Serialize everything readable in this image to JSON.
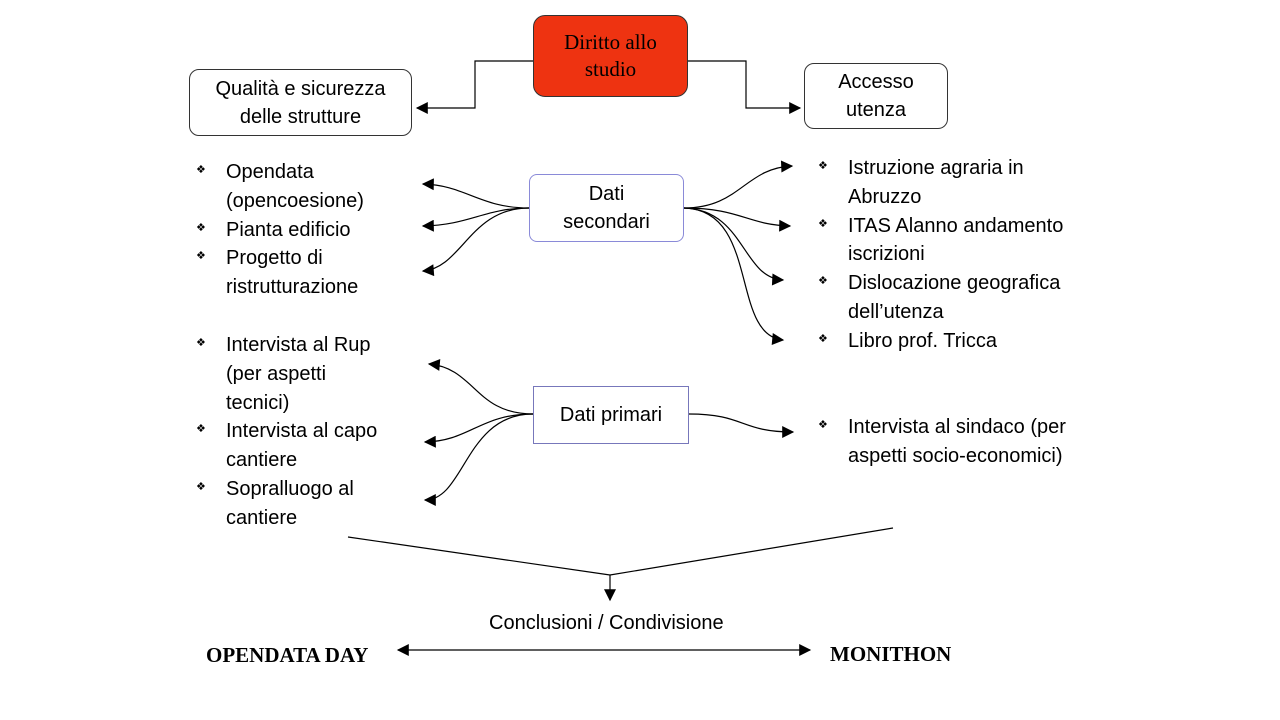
{
  "boxes": {
    "diritto": "Diritto allo studio",
    "qualita": "Qualità e sicurezza delle strutture",
    "accesso": "Accesso utenza",
    "dati_secondari": "Dati secondari",
    "dati_primari": "Dati primari"
  },
  "bullet_symbol": "❖",
  "lists": {
    "secondari_left": [
      "Opendata (opencoesione)",
      "Pianta edificio",
      "Progetto di ristrutturazione"
    ],
    "secondari_right": [
      "Istruzione agraria in Abruzzo",
      "ITAS Alanno andamento iscrizioni",
      "Dislocazione geografica dell’utenza",
      "Libro prof. Tricca"
    ],
    "primari_left": [
      "Intervista al Rup (per aspetti tecnici)",
      "Intervista al capo cantiere",
      "Sopralluogo al cantiere"
    ],
    "primari_right": [
      "Intervista al sindaco (per aspetti socio-economici)"
    ]
  },
  "labels": {
    "conclusioni": "Conclusioni / Condivisione",
    "opendata_day": "OPENDATA DAY",
    "monithon": "MONITHON"
  },
  "colors": {
    "accent": "#ee3311",
    "secondary_border": "#8a8ad8",
    "primary_border": "#7777bb"
  }
}
